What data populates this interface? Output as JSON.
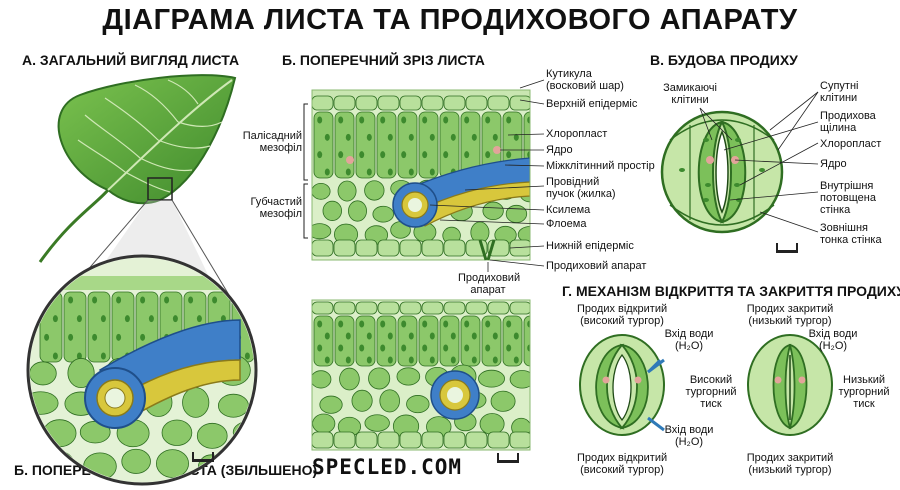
{
  "title": "ДІАГРАМА ЛИСТА ТА ПРОДИХОВОГО АПАРАТУ",
  "sections": {
    "a": "А. ЗАГАЛЬНИЙ ВИГЛЯД ЛИСТА",
    "b": "Б. ПОПЕРЕЧНИЙ ЗРІЗ ЛИСТА",
    "b_zoom": "Б. ПОПЕРЕЧНИЙ ЗРІЗ ЛИСТА (ЗБІЛЬШЕНО)",
    "v": "В. БУДОВА ПРОДИХУ",
    "g": "Г. МЕХАНІЗМ ВІДКРИТТЯ ТА ЗАКРИТТЯ ПРОДИХУ"
  },
  "cross_section_labels": {
    "cuticle": "Кутикула\n(восковий шар)",
    "upper_epidermis": "Верхній епідерміс",
    "chloroplast": "Хлоропласт",
    "nucleus": "Ядро",
    "intercellular": "Міжклітинний простір",
    "vascular_bundle": "Провідний\nпучок (жилка)",
    "xylem": "Ксилема",
    "phloem": "Флоема",
    "lower_epidermis": "Нижній епідерміс",
    "stomatal_apparatus": "Продиховий апарат",
    "stomatal_apparatus_below": "Продиховий\nапарат",
    "palisade": "Палісадний\nмезофіл",
    "spongy": "Губчастий\nмезофіл"
  },
  "stoma_labels": {
    "guard_cells": "Замикаючі\nклітини",
    "subsidiary": "Супутні\nклітини",
    "pore": "Продихова\nщілина",
    "chloroplast": "Хлоропласт",
    "nucleus": "Ядро",
    "inner_wall": "Внутрішня\nпотовщена\nстінка",
    "outer_wall": "Зовнішня\nтонка стінка"
  },
  "mechanism": {
    "open_top": "Продих відкритий\n(високий тургор)",
    "closed_top": "Продих закритий\n(низький тургор)",
    "water_in": "Вхід води\n(H₂O)",
    "high_turgor": "Високий\nтургорний\nтиск",
    "low_turgor": "Низький\nтургорний\nтиск",
    "open_bottom": "Продих відкритий\n(високий тургор)",
    "closed_bottom": "Продих закритий\n(низький тургор)"
  },
  "logo": "SPECLED.COM",
  "colors": {
    "leaf": "#5da53c",
    "leaf_dark": "#2f6e22",
    "cell": "#8cc86a",
    "cell_light": "#b8e09c",
    "chloroplast": "#3d8a2e",
    "xylem": "#3f7fc8",
    "phloem": "#d8c73c",
    "nucleus": "#e3a49a"
  }
}
